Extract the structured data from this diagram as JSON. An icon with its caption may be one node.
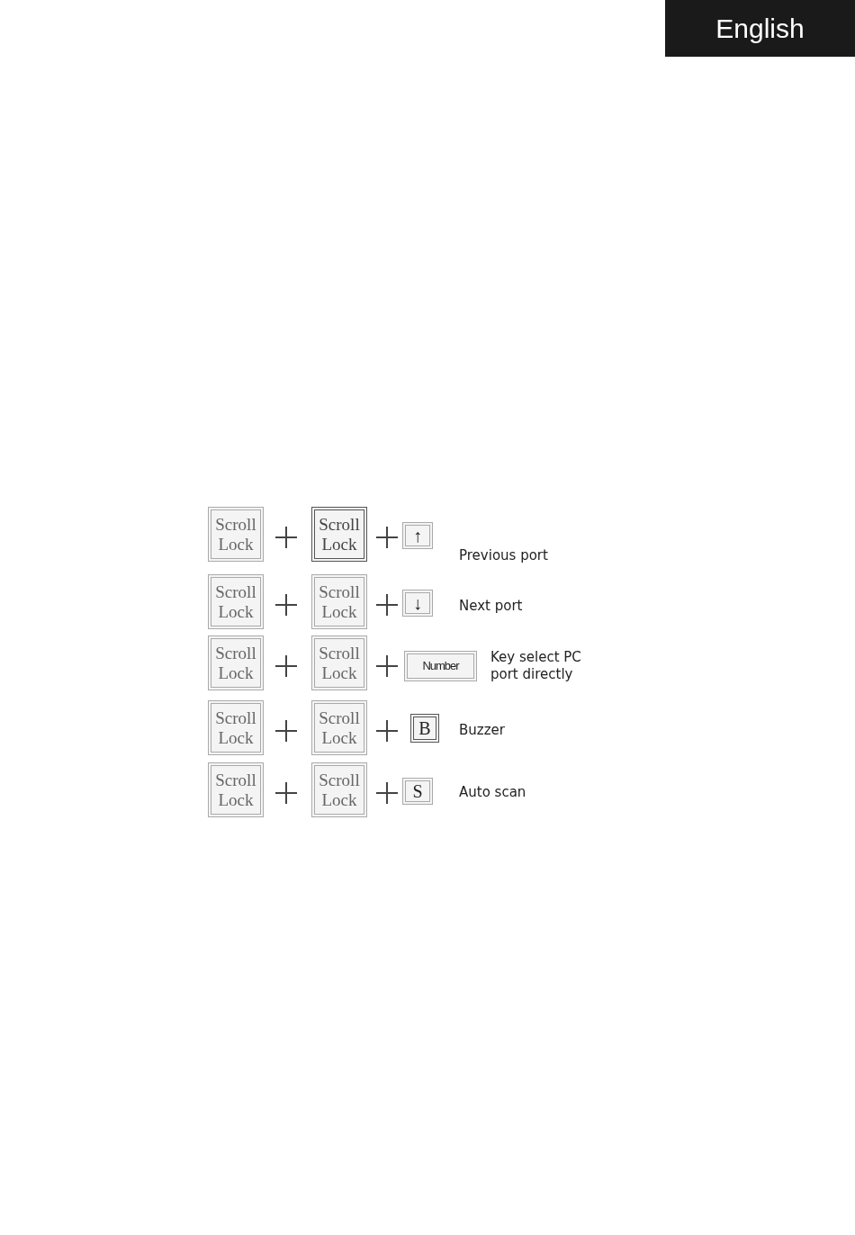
{
  "diagram": {
    "nodes": [
      {
        "text": [
          "English"
        ]
      },
      {
        "text": [
          "Scroll Lock"
        ]
      },
      {
        "text": [
          "Scroll Lock"
        ]
      },
      {
        "text": [
          "↑"
        ]
      },
      {
        "text": [
          "Scroll Lock"
        ]
      },
      {
        "text": [
          "Scroll Lock"
        ]
      },
      {
        "text": [
          "↓"
        ]
      },
      {
        "text": [
          "Scroll Lock"
        ]
      },
      {
        "text": [
          "Scroll Lock"
        ]
      },
      {
        "text": [
          "Number"
        ]
      },
      {
        "text": [
          "Scroll Lock"
        ]
      },
      {
        "text": [
          "Scroll Lock"
        ]
      },
      {
        "text": [
          "B"
        ]
      },
      {
        "text": [
          "Scroll Lock"
        ]
      },
      {
        "text": [
          "Scroll Lock"
        ]
      },
      {
        "text": [
          "S"
        ]
      }
    ],
    "edges": [],
    "labels": [
      "Previous port",
      "Next port",
      "Key select PC port directly",
      "Buzzer",
      "Auto scan"
    ]
  }
}
